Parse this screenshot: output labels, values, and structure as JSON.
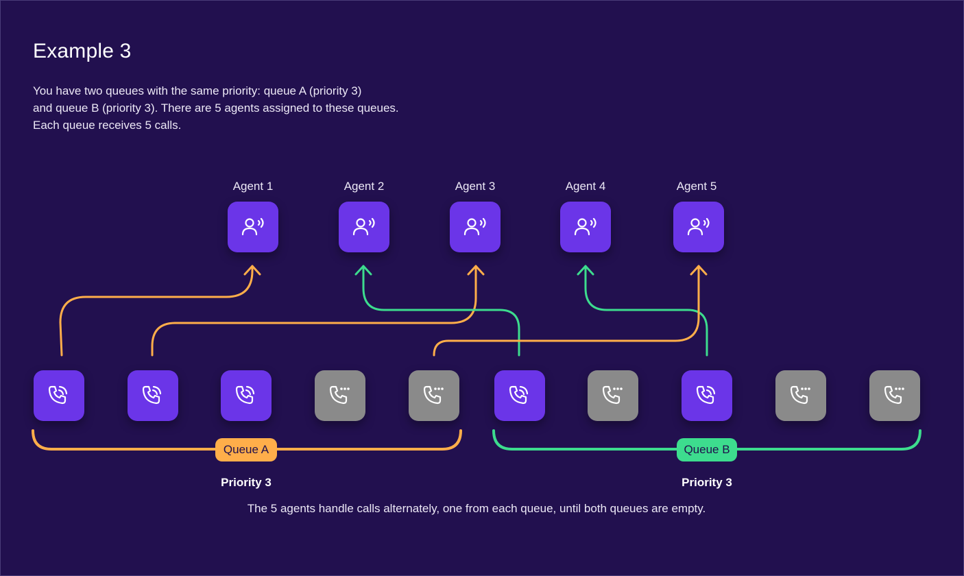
{
  "title": "Example 3",
  "description": [
    "You have two queues with the same priority: queue A (priority 3)",
    "and queue B (priority 3). There are 5 agents assigned to these queues.",
    "Each queue receives 5 calls."
  ],
  "agents": [
    {
      "label": "Agent 1",
      "icon": "agent-headset-icon"
    },
    {
      "label": "Agent 2",
      "icon": "agent-headset-icon"
    },
    {
      "label": "Agent 3",
      "icon": "agent-headset-icon"
    },
    {
      "label": "Agent 4",
      "icon": "agent-headset-icon"
    },
    {
      "label": "Agent 5",
      "icon": "agent-headset-icon"
    }
  ],
  "calls": [
    {
      "queue": "A",
      "state": "active",
      "icon": "phone-ringing-icon"
    },
    {
      "queue": "A",
      "state": "active",
      "icon": "phone-ringing-icon"
    },
    {
      "queue": "A",
      "state": "active",
      "icon": "phone-ringing-icon"
    },
    {
      "queue": "A",
      "state": "waiting",
      "icon": "phone-waiting-icon"
    },
    {
      "queue": "A",
      "state": "waiting",
      "icon": "phone-waiting-icon"
    },
    {
      "queue": "B",
      "state": "active",
      "icon": "phone-ringing-icon"
    },
    {
      "queue": "B",
      "state": "waiting",
      "icon": "phone-waiting-icon"
    },
    {
      "queue": "B",
      "state": "active",
      "icon": "phone-ringing-icon"
    },
    {
      "queue": "B",
      "state": "waiting",
      "icon": "phone-waiting-icon"
    },
    {
      "queue": "B",
      "state": "waiting",
      "icon": "phone-waiting-icon"
    }
  ],
  "queues": {
    "a": {
      "label": "Queue A",
      "priority": "Priority 3",
      "color": "#ffae4a"
    },
    "b": {
      "label": "Queue B",
      "priority": "Priority 3",
      "color": "#3ddc8e"
    }
  },
  "footer": "The 5 agents handle calls alternately, one from each queue, until both queues are empty.",
  "colors": {
    "background": "#22104f",
    "tile_active": "#6b35e8",
    "tile_waiting": "#8a8a8a"
  }
}
